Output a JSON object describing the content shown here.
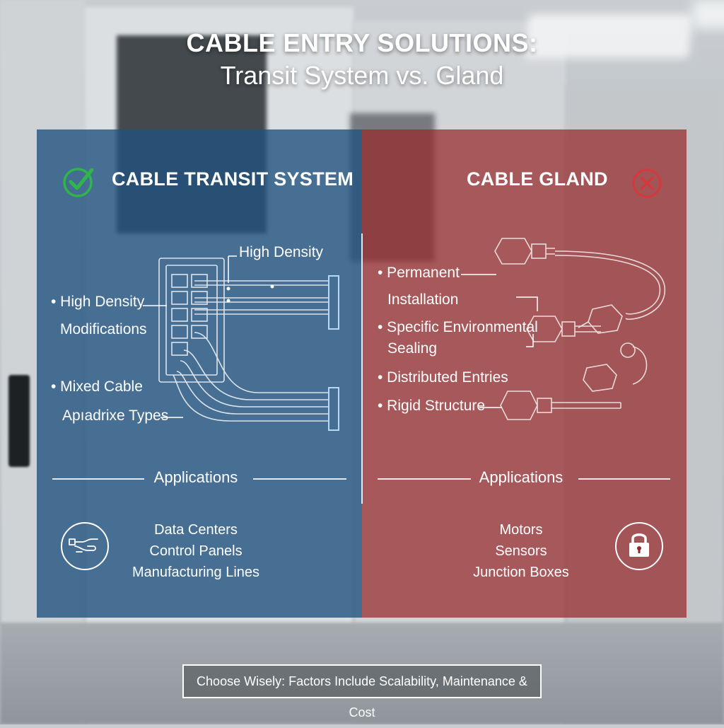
{
  "title_line1": "CABLE ENTRY SOLUTIONS:",
  "title_line2": "Transit System vs. Gland",
  "left": {
    "heading": "CABLE TRANSIT SYSTEM",
    "status_icon": "check-circle-icon",
    "accent": "#2fb54a",
    "diagram_label": "High Density",
    "features": [
      {
        "line1": "• High Density",
        "line2": "Modifications"
      },
      {
        "line1": "• Mixed Cable",
        "line2": "Apıadrixe Types"
      }
    ],
    "applications_title": "Applications",
    "applications": [
      "Data Centers",
      "Control Panels",
      "Manufacturing Lines"
    ],
    "app_icon": "hand-cable-icon"
  },
  "right": {
    "heading": "CABLE GLAND",
    "status_icon": "x-circle-icon",
    "accent": "#d6393d",
    "features": [
      {
        "line1": "• Permanent",
        "line2": "Installation"
      },
      {
        "line1": "• Specific Environmental",
        "line2": "Sealing"
      },
      {
        "line1": "• Distributed Entries",
        "line2": ""
      },
      {
        "line1": "• Rigid Structure",
        "line2": ""
      }
    ],
    "applications_title": "Applications",
    "applications": [
      "Motors",
      "Sensors",
      "Junction Boxes"
    ],
    "app_icon": "padlock-icon"
  },
  "footer": "Choose Wisely: Factors Include Scalability, Maintenance & Cost"
}
